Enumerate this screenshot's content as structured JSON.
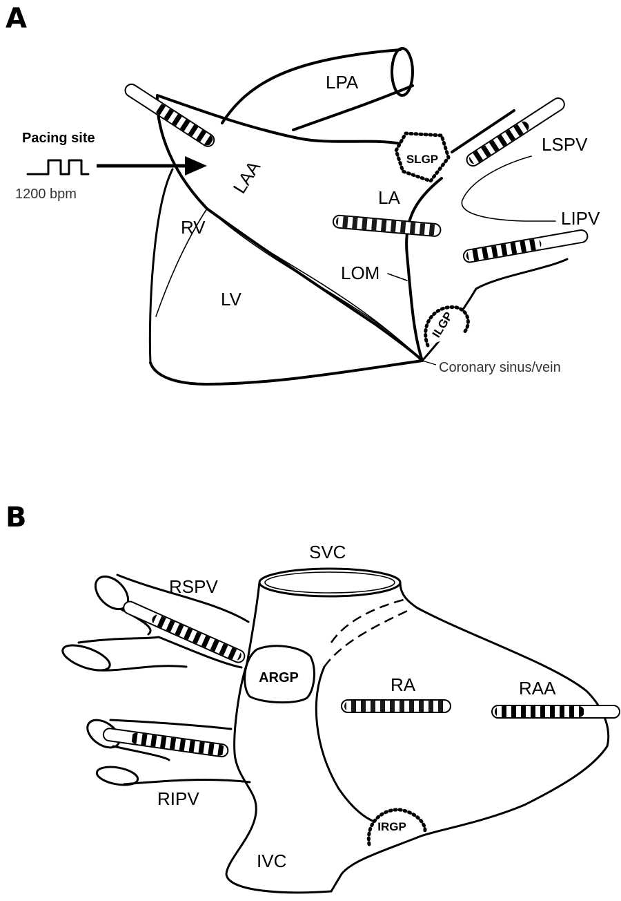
{
  "panel_a": {
    "letter": "A",
    "pacing": {
      "title": "Pacing site",
      "rate": "1200 bpm"
    },
    "labels": {
      "lpa": "LPA",
      "laa": "LAA",
      "slgp": "SLGP",
      "lspv": "LSPV",
      "la": "LA",
      "lipv": "LIPV",
      "rv": "RV",
      "lom": "LOM",
      "lv": "LV",
      "ilgp": "ILGP",
      "coronary": "Coronary sinus/vein"
    }
  },
  "panel_b": {
    "letter": "B",
    "labels": {
      "svc": "SVC",
      "rspv": "RSPV",
      "argp": "ARGP",
      "ra": "RA",
      "raa": "RAA",
      "ripv": "RIPV",
      "irgp": "IRGP",
      "ivc": "IVC"
    }
  }
}
